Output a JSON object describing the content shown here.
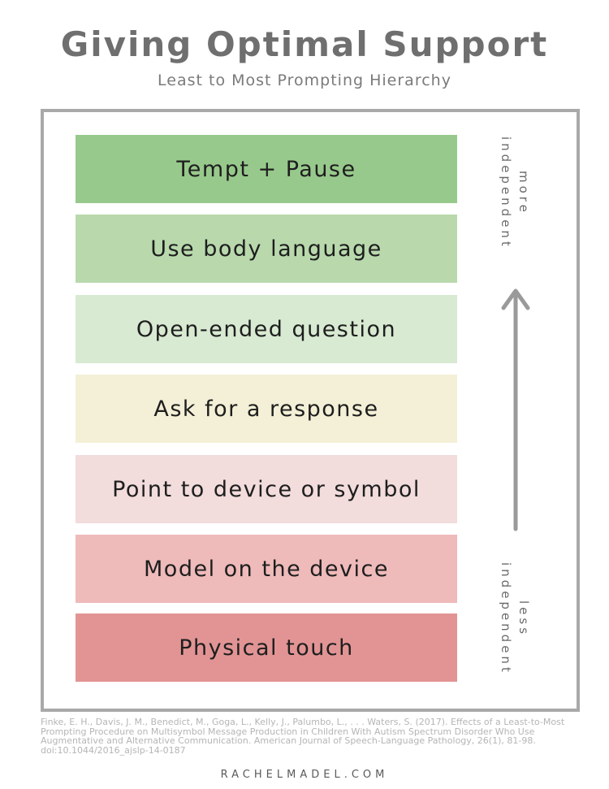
{
  "title": "Giving Optimal Support",
  "subtitle": "Least to Most Prompting Hierarchy",
  "levels": [
    {
      "label": "Tempt + Pause",
      "color": "#98c98c"
    },
    {
      "label": "Use body language",
      "color": "#b9d9ad"
    },
    {
      "label": "Open-ended question",
      "color": "#d8ead2"
    },
    {
      "label": "Ask for a response",
      "color": "#f3f0d7"
    },
    {
      "label": "Point to device or symbol",
      "color": "#f2dcdc"
    },
    {
      "label": "Model on the device",
      "color": "#efbaba"
    },
    {
      "label": "Physical touch",
      "color": "#e29494"
    }
  ],
  "scale": {
    "top_label_line1": "more",
    "top_label_line2": "independent",
    "bottom_label_line1": "less",
    "bottom_label_line2": "independent",
    "arrow_color": "#9a9a9a"
  },
  "citation": "Finke, E. H., Davis, J. M., Benedict, M., Goga, L., Kelly, J., Palumbo, L., . . . Waters, S. (2017). Effects of a Least-to-Most Prompting Procedure on Multisymbol Message Production in Children With Autism Spectrum Disorder Who Use Augmentative and Alternative Communication. American Journal of Speech-Language Pathology, 26(1), 81-98. doi:10.1044/2016_ajslp-14-0187",
  "footer": "RACHELMADEL.COM"
}
